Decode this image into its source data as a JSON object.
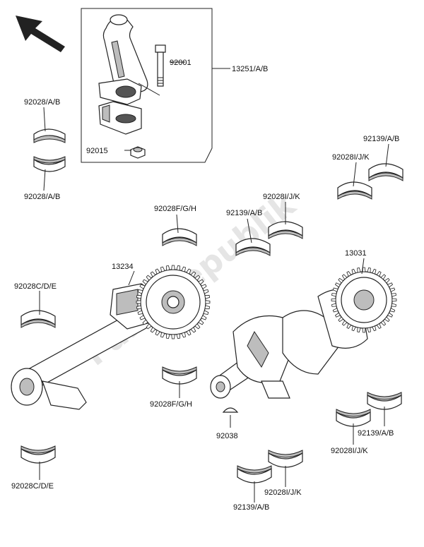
{
  "watermark": "PartsRepublik",
  "labels": {
    "l_92001": "92001",
    "l_13251": "13251/A/B",
    "l_92015": "92015",
    "l_92028ab_top": "92028/A/B",
    "l_92028ab_bot": "92028/A/B",
    "l_92139ab_right": "92139/A/B",
    "l_92028ijk_right": "92028I/J/K",
    "l_92028ijk_mid": "92028I/J/K",
    "l_92028fgh_top": "92028F/G/H",
    "l_92139ab_mid": "92139/A/B",
    "l_13234": "13234",
    "l_13031": "13031",
    "l_92028cde_top": "92028C/D/E",
    "l_92028fgh_bot": "92028F/G/H",
    "l_92038": "92038",
    "l_92028ijk_low": "92028I/J/K",
    "l_92139ab_low": "92139/A/B",
    "l_92028cde_bot": "92028C/D/E",
    "l_92028ijk_bottom": "92028I/J/K",
    "l_92139ab_bottom": "92139/A/B"
  },
  "icons": {
    "direction_arrow": "arrow-up-left-icon"
  }
}
